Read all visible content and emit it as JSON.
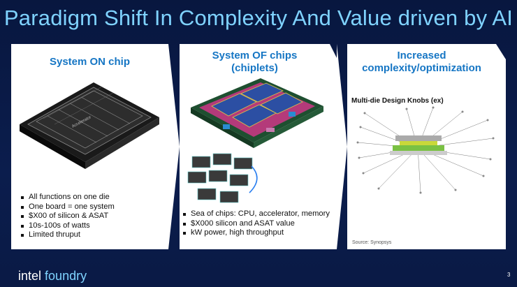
{
  "slide": {
    "title": "Paradigm Shift In Complexity And Value driven by AI",
    "page_number": "3"
  },
  "panels": [
    {
      "heading": "System ON chip",
      "bullets": [
        "All functions on one die",
        "One board = one system",
        "$X00 of silicon & ASAT",
        "10s-100s of watts",
        "Limited thruput"
      ],
      "image_label": "Accelerator"
    },
    {
      "heading_line1": "System OF chips",
      "heading_line2": "(chiplets)",
      "bullets": [
        "Sea of chips: CPU, accelerator, memory",
        "$X000 silicon and ASAT value",
        "kW power, high throughput"
      ]
    },
    {
      "heading_line1": "Increased",
      "heading_line2": "complexity/optimization",
      "diagram_title": "Multi-die Design Knobs (ex)",
      "source": "Source: Synopsys"
    }
  ],
  "logo": {
    "word1": "intel",
    "word2": "foundry"
  },
  "colors": {
    "background": "#0b1d4d",
    "title": "#7fd3ff",
    "heading": "#1676c4",
    "panel": "#ffffff"
  }
}
